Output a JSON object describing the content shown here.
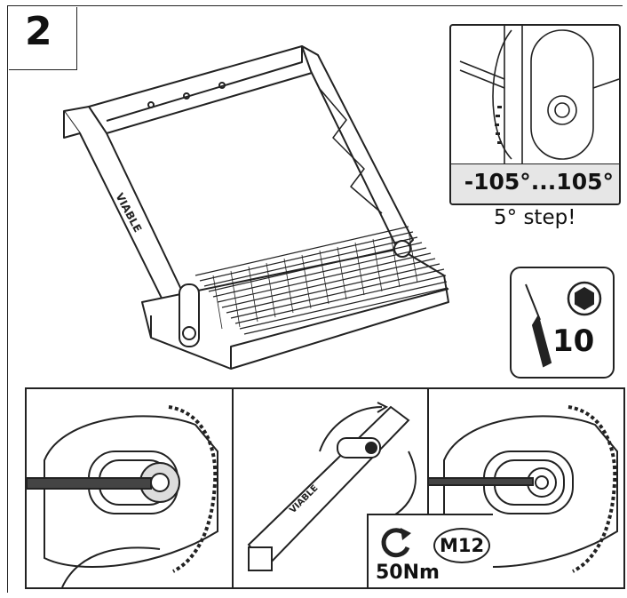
{
  "step": {
    "number": "2"
  },
  "rotation": {
    "range_label": "-105°...105°",
    "step_note": "5° step!"
  },
  "tool": {
    "size": "10",
    "screwdriver_icon": "screwdriver-icon",
    "hex_icon": "hex-socket-icon"
  },
  "torque": {
    "value": "50Nm",
    "thread": "M12",
    "icon": "rotate-clockwise-icon"
  },
  "brand": {
    "text": "VIABLE"
  },
  "colors": {
    "line": "#222222",
    "bar": "#e6e6e6"
  }
}
